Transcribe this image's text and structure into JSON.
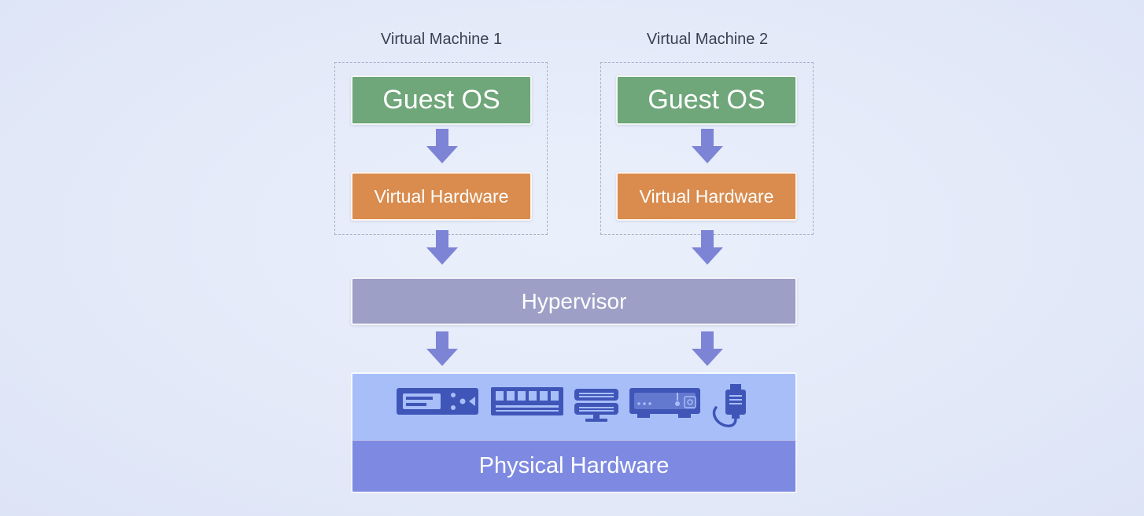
{
  "vm1": {
    "title": "Virtual Machine 1",
    "guest_os": "Guest OS",
    "virtual_hardware": "Virtual Hardware"
  },
  "vm2": {
    "title": "Virtual Machine 2",
    "guest_os": "Guest OS",
    "virtual_hardware": "Virtual Hardware"
  },
  "hypervisor": {
    "label": "Hypervisor"
  },
  "physical_hardware": {
    "label": "Physical Hardware",
    "icons": [
      "network-switch-icon",
      "memory-module-icon",
      "server-stack-icon",
      "disk-drive-icon",
      "usb-cable-icon"
    ]
  },
  "colors": {
    "guest_os": "#6fa67a",
    "virtual_hardware": "#d98c4e",
    "hypervisor": "#9d9fc6",
    "physical_top": "#a7bef9",
    "physical_bottom": "#7e8ae1",
    "arrow": "#7d84d6",
    "icon": "#3f55b8"
  }
}
